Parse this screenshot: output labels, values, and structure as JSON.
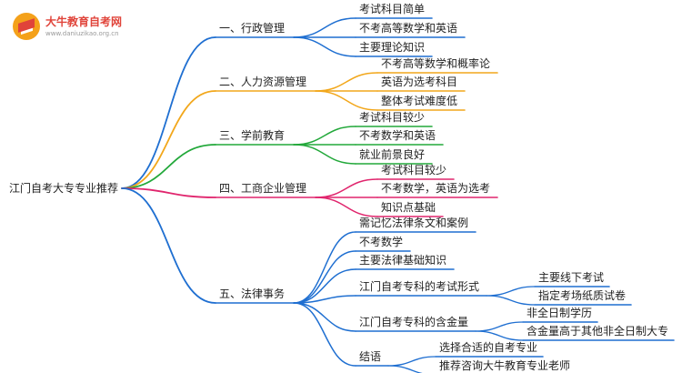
{
  "logo": {
    "brand": "大牛教育自考网",
    "site": "www.daniuzikao.org.cn",
    "icon": "graduation-cap-logo"
  },
  "root": {
    "label": "江门自考大专专业推荐"
  },
  "branches": [
    {
      "label": "一、行政管理",
      "color": "#1f6fd1",
      "children": [
        {
          "label": "考试科目简单"
        },
        {
          "label": "不考高等数学和英语"
        },
        {
          "label": "主要理论知识"
        }
      ]
    },
    {
      "label": "二、人力资源管理",
      "color": "#f2a71b",
      "children": [
        {
          "label": "不考高等数学和概率论"
        },
        {
          "label": "英语为选考科目"
        },
        {
          "label": "整体考试难度低"
        }
      ]
    },
    {
      "label": "三、学前教育",
      "color": "#22a83a",
      "children": [
        {
          "label": "考试科目较少"
        },
        {
          "label": "不考数学和英语"
        },
        {
          "label": "就业前景良好"
        }
      ]
    },
    {
      "label": "四、工商企业管理",
      "color": "#e0256d",
      "children": [
        {
          "label": "考试科目较少"
        },
        {
          "label": "不考数学，英语为选考"
        },
        {
          "label": "知识点基础"
        }
      ]
    },
    {
      "label": "五、法律事务",
      "color": "#1f6fd1",
      "children": [
        {
          "label": "需记忆法律条文和案例"
        },
        {
          "label": "不考数学"
        },
        {
          "label": "主要法律基础知识"
        },
        {
          "label": "江门自考专科的考试形式",
          "children": [
            {
              "label": "主要线下考试"
            },
            {
              "label": "指定考场纸质试卷"
            }
          ]
        },
        {
          "label": "江门自考专科的含金量",
          "children": [
            {
              "label": "非全日制学历"
            },
            {
              "label": "含金量高于其他非全日制大专"
            }
          ]
        },
        {
          "label": "结语",
          "children": [
            {
              "label": "选择合适的自考专业"
            },
            {
              "label": "推荐咨询大牛教育专业老师"
            }
          ]
        }
      ]
    }
  ]
}
